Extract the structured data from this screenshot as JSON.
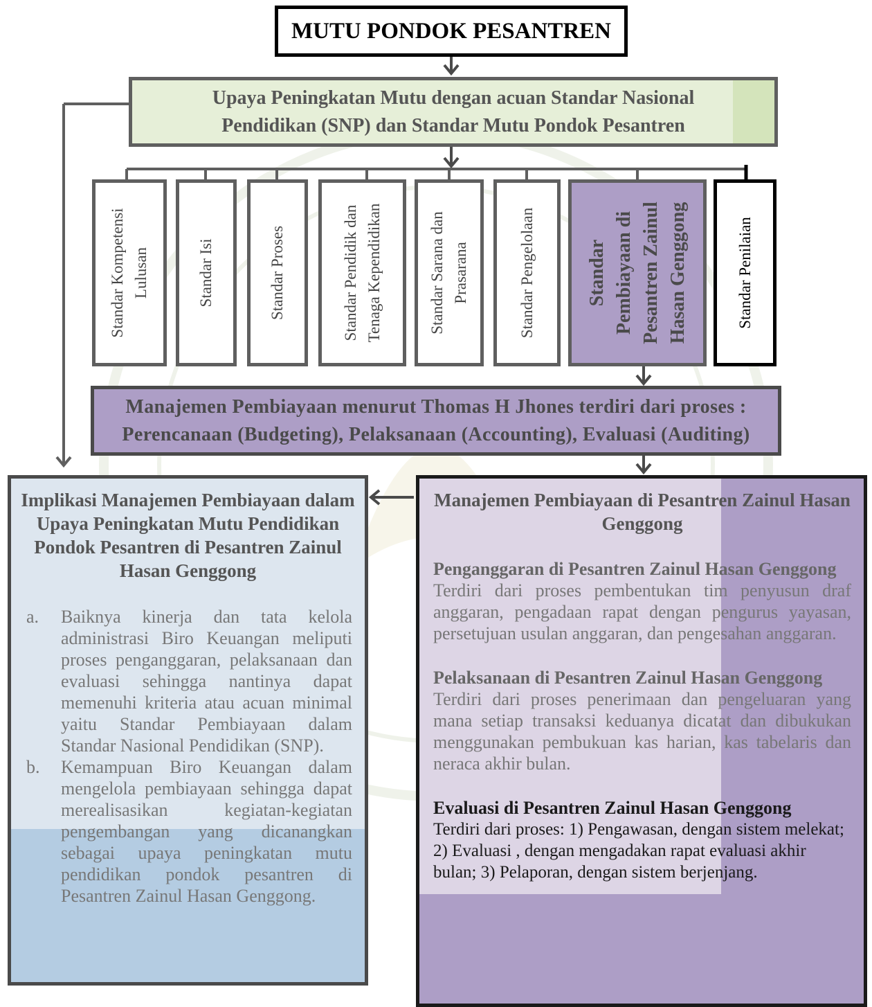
{
  "title": "MUTU PONDOK PESANTREN",
  "upaya": {
    "line1": "Upaya Peningkatan Mutu dengan acuan  Standar Nasional",
    "line2": "Pendidikan (SNP) dan Standar Mutu Pondok Pesantren"
  },
  "standards": [
    {
      "line1": "Standar Kompetensi",
      "line2": "Lulusan"
    },
    {
      "line1": "Standar Isi",
      "line2": ""
    },
    {
      "line1": "Standar Proses",
      "line2": ""
    },
    {
      "line1": "Standar Pendidik dan",
      "line2": "Tenaga Kependidikan"
    },
    {
      "line1": "Standar Sarana dan",
      "line2": "Prasarana"
    },
    {
      "line1": "Standar Pengelolaan",
      "line2": ""
    },
    {
      "line1": "Standar",
      "line2": "Pembiayaan di",
      "line3": "Pesantren Zainul",
      "line4": "Hasan Genggong"
    },
    {
      "line1": "Standar Penilaian",
      "line2": ""
    }
  ],
  "manajemen": {
    "line1": "Manajemen Pembiayaan menurut Thomas H Jhones terdiri dari proses :",
    "line2": "Perencanaan (Budgeting), Pelaksanaan (Accounting), Evaluasi (Auditing)"
  },
  "implikasi": {
    "title": "Implikasi Manajemen Pembiayaan dalam Upaya Peningkatan Mutu Pendidikan Pondok Pesantren di Pesantren Zainul Hasan Genggong",
    "items": [
      {
        "marker": "a.",
        "text": "Baiknya kinerja dan tata kelola administrasi Biro Keuangan meliputi proses penganggaran, pelaksanaan dan evaluasi sehingga nantinya dapat memenuhi kriteria atau acuan minimal yaitu Standar Pembiayaan dalam Standar Nasional Pendidikan (SNP)."
      },
      {
        "marker": "b.",
        "text": "Kemampuan Biro Keuangan dalam mengelola pembiayaan sehingga dapat merealisasikan kegiatan-kegiatan pengembangan yang dicanangkan sebagai upaya peningkatan mutu pendidikan pondok pesantren di Pesantren Zainul Hasan Genggong."
      }
    ]
  },
  "pesantren": {
    "title": "Manajemen Pembiayaan di Pesantren Zainul Hasan Genggong",
    "sections": [
      {
        "heading": "Penganggaran  di Pesantren Zainul Hasan Genggong",
        "body": "Terdiri dari proses pembentukan tim penyusun draf anggaran, pengadaan rapat dengan pengurus yayasan, persetujuan usulan anggaran, dan pengesahan anggaran."
      },
      {
        "heading": "Pelaksanaan di Pesantren Zainul Hasan Genggong",
        "body": "Terdiri dari proses penerimaan dan pengeluaran yang mana setiap transaksi keduanya dicatat dan dibukukan menggunakan pembukuan kas harian, kas tabelaris dan neraca akhir bulan."
      },
      {
        "heading": "Evaluasi di Pesantren Zainul Hasan Genggong",
        "body": "Terdiri dari proses: 1) Pengawasan, dengan sistem melekat; 2) Evaluasi , dengan mengadakan rapat evaluasi akhir bulan; 3) Pelaporan, dengan sistem berjenjang."
      }
    ]
  },
  "colors": {
    "green_fill": "#e6efd8",
    "purple_fill": "#ad9ec6",
    "blue_fill": "#b4cce2",
    "border_gray": "#5f5f5f"
  }
}
